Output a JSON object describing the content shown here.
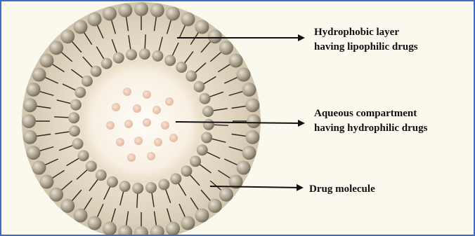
{
  "labels": {
    "hydrophobic_line1": "Hydrophobic layer",
    "hydrophobic_line2": "having lipophilic drugs",
    "aqueous_line1": "Aqueous compartment",
    "aqueous_line2": "having hydrophilic drugs",
    "drug_molecule": "Drug molecule"
  },
  "colors": {
    "frame_border": "#3b6cc7",
    "background": "#fbf8ee",
    "lipid_head": "#a89f8c",
    "lipid_tail": "#2a2520",
    "drug_dot": "#ecc9b4",
    "arrow": "#111111"
  }
}
